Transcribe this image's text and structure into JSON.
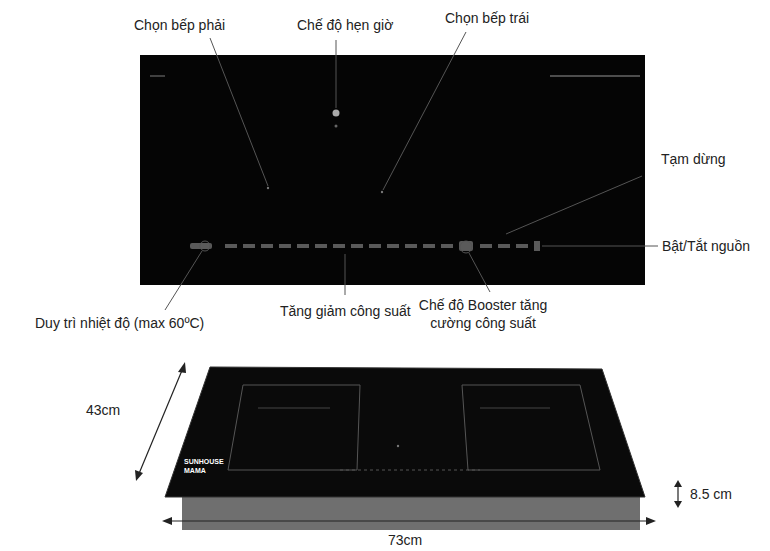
{
  "diagram": {
    "labels": [
      "Chọn bếp phải",
      "Chế độ hẹn giờ",
      "Chọn bếp trái",
      "Tạm dừng",
      "Bật/Tắt nguồn",
      "Duy trì nhiệt độ (max 60ºC)",
      "Tăng giảm công suất",
      "Chế độ Booster tăng cường công suất",
      "43cm",
      "73cm",
      "8.5 cm",
      "SUNHOUSE",
      "MAMA"
    ]
  }
}
